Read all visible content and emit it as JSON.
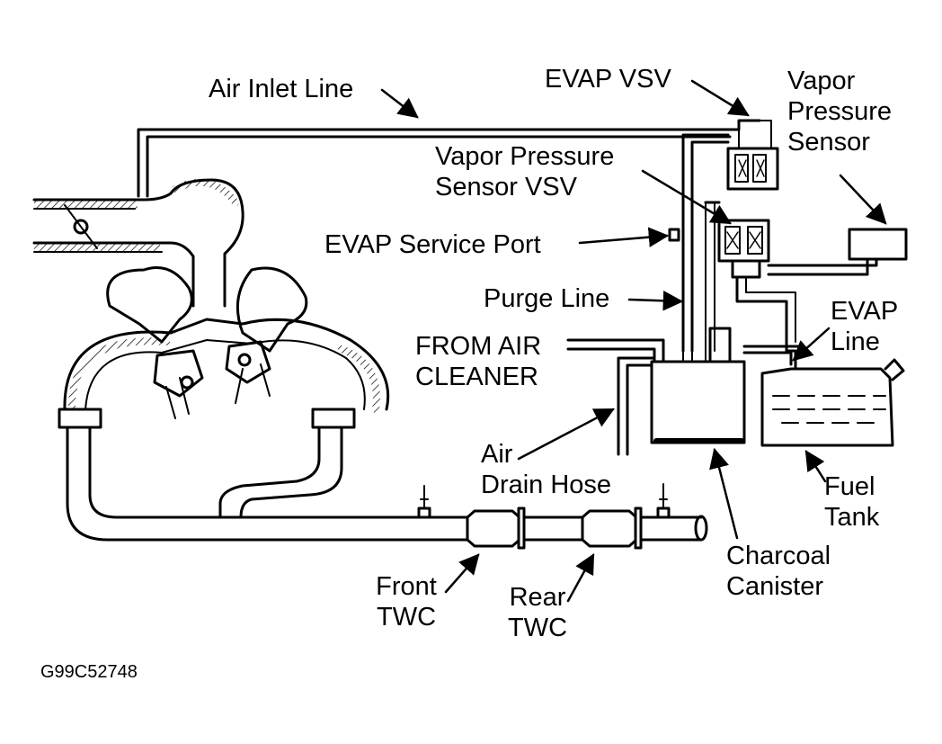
{
  "labels": {
    "air_inlet_line": "Air Inlet Line",
    "evap_vsv": "EVAP VSV",
    "vapor_pressure_sensor": [
      "Vapor",
      "Pressure",
      "Sensor"
    ],
    "vapor_pressure_sensor_vsv": [
      "Vapor Pressure",
      "Sensor VSV"
    ],
    "evap_service_port": "EVAP Service Port",
    "purge_line": "Purge Line",
    "from_air_cleaner": [
      "FROM AIR",
      "CLEANER"
    ],
    "evap_line": [
      "EVAP",
      "Line"
    ],
    "air_drain_hose": [
      "Air",
      "Drain Hose"
    ],
    "fuel_tank": [
      "Fuel",
      "Tank"
    ],
    "charcoal_canister": [
      "Charcoal",
      "Canister"
    ],
    "front_twc": [
      "Front",
      "TWC"
    ],
    "rear_twc": [
      "Rear",
      "TWC"
    ]
  },
  "figure_code": "G99C52748",
  "colors": {
    "ink": "#000000",
    "paper": "#ffffff"
  }
}
